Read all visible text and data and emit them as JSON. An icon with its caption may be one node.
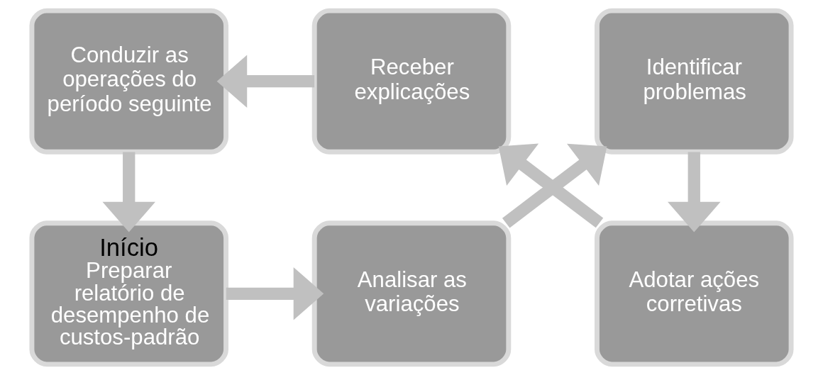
{
  "diagram": {
    "nodes": [
      {
        "text": [
          "Início",
          "Preparar relatório de desempenho de custos-padrão"
        ]
      },
      {
        "text": [
          "Analisar as variações"
        ]
      },
      {
        "text": [
          "Identificar problemas"
        ]
      },
      {
        "text": [
          "Adotar ações corretivas"
        ]
      },
      {
        "text": [
          "Receber explicações"
        ]
      },
      {
        "text": [
          "Conduzir as operações do período seguinte"
        ]
      }
    ],
    "edges": [
      {
        "from": 0,
        "to": 1,
        "arrow": "to"
      },
      {
        "from": 1,
        "to": 2,
        "arrow": "to"
      },
      {
        "from": 2,
        "to": 3,
        "arrow": "to"
      },
      {
        "from": 3,
        "to": 4,
        "arrow": "to"
      },
      {
        "from": 4,
        "to": 5,
        "arrow": "to"
      },
      {
        "from": 5,
        "to": 0,
        "arrow": "to"
      }
    ]
  }
}
